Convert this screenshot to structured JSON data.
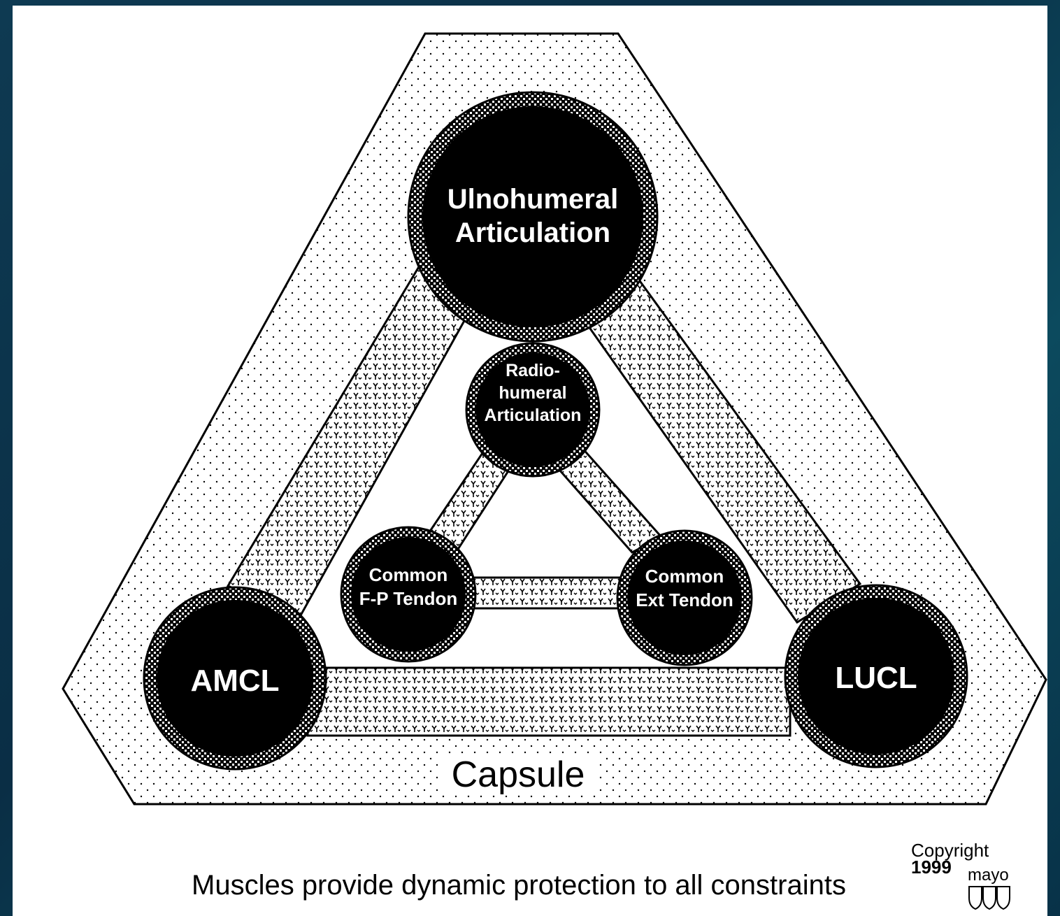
{
  "diagram": {
    "outer_label": "Capsule",
    "nodes": {
      "ulnohumeral": [
        "Ulnohumeral",
        "Articulation"
      ],
      "radiohumeral": [
        "Radio-",
        "humeral",
        "Articulation"
      ],
      "amcl": "AMCL",
      "lucl": "LUCL",
      "common_fp": [
        "Common",
        "F-P Tendon"
      ],
      "common_ext": [
        "Common",
        "Ext Tendon"
      ]
    }
  },
  "caption": "Muscles provide dynamic protection to all constraints",
  "copyright": {
    "label": "Copyright",
    "year": "1999",
    "brand": "mayo"
  }
}
